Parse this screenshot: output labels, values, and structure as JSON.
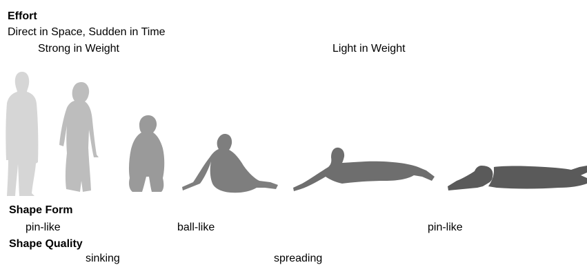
{
  "effort": {
    "heading": "Effort",
    "subtitle": "Direct in Space, Sudden in Time",
    "strong_label": "Strong in Weight",
    "light_label": "Light in Weight"
  },
  "shape_form": {
    "heading": "Shape Form",
    "labels": [
      "pin-like",
      "ball-like",
      "pin-like"
    ]
  },
  "shape_quality": {
    "heading": "Shape Quality",
    "labels": [
      "sinking",
      "spreading"
    ]
  },
  "figures": [
    {
      "pose": "standing-front",
      "color": "#d6d6d6"
    },
    {
      "pose": "standing-side",
      "color": "#bdbdbd"
    },
    {
      "pose": "crouching",
      "color": "#9a9a9a"
    },
    {
      "pose": "sitting-reclined",
      "color": "#7e7e7e"
    },
    {
      "pose": "lying-reaching",
      "color": "#6e6e6e"
    },
    {
      "pose": "lying-flat",
      "color": "#5a5a5a"
    }
  ]
}
